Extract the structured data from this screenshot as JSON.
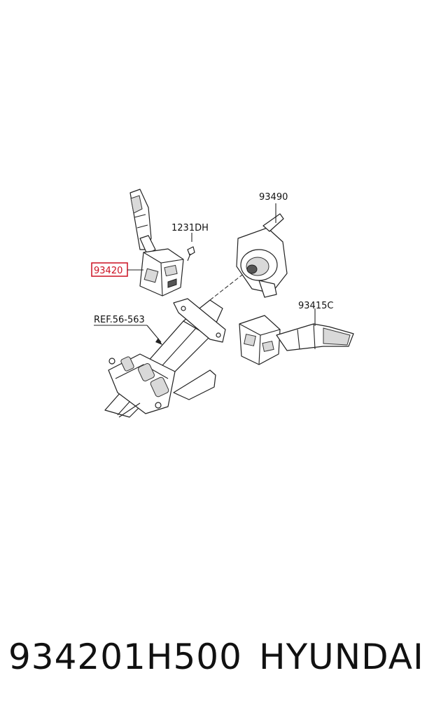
{
  "labels": {
    "p93420": "93420",
    "p1231DH": "1231DH",
    "p93490": "93490",
    "p93415C": "93415C",
    "ref": "REF.56-563"
  },
  "highlight_color": "#cc1122",
  "footer": {
    "part_number": "934201H500",
    "brand": "HYUNDAI"
  }
}
